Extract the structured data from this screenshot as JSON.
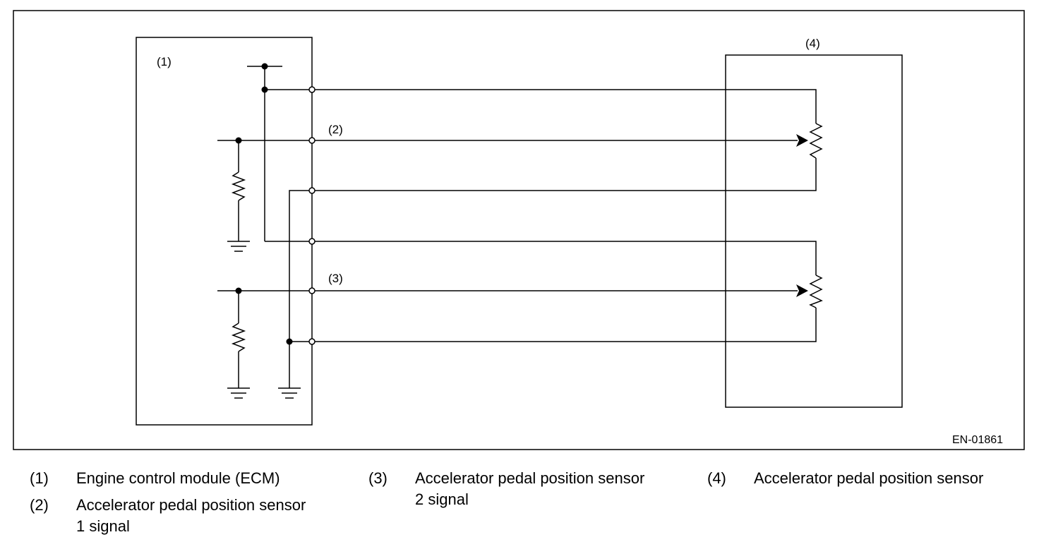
{
  "diagram": {
    "labels": {
      "ecm": "(1)",
      "signal_1": "(2)",
      "signal_2": "(3)",
      "sensor": "(4)"
    },
    "code": "EN-01861"
  },
  "legend": [
    {
      "num": "(1)",
      "text": "Engine control module (ECM)"
    },
    {
      "num": "(2)",
      "text": "Accelerator pedal position sensor\n1 signal"
    },
    {
      "num": "(3)",
      "text": "Accelerator pedal position sensor\n2 signal"
    },
    {
      "num": "(4)",
      "text": "Accelerator pedal position sensor"
    }
  ]
}
